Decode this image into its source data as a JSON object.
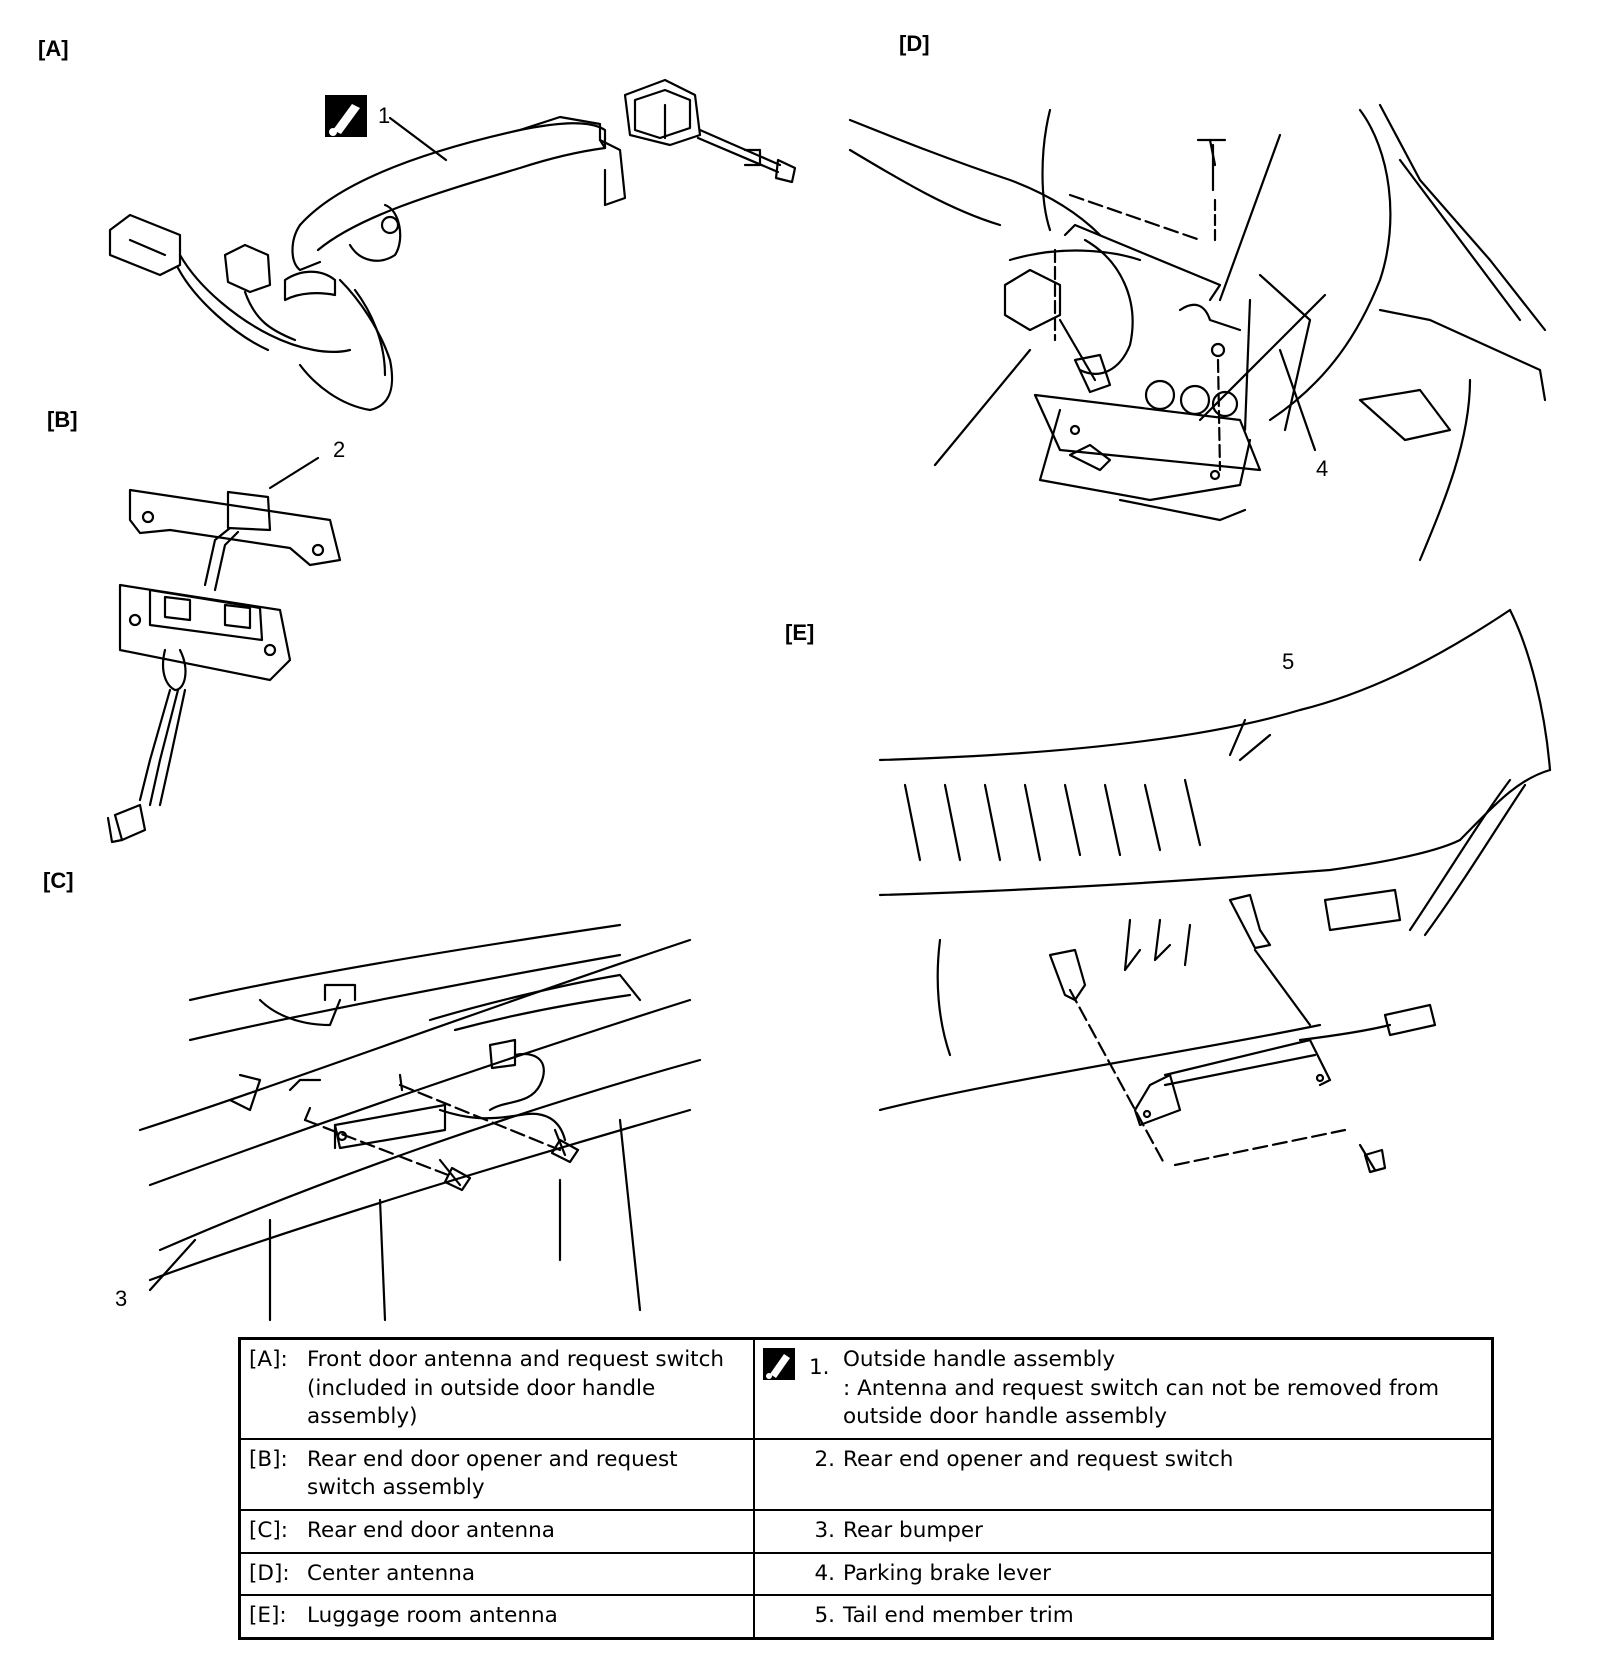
{
  "panels": [
    {
      "key": "[A]"
    },
    {
      "key": "[B]"
    },
    {
      "key": "[C]"
    },
    {
      "key": "[D]"
    },
    {
      "key": "[E]"
    }
  ],
  "callouts": [
    "1",
    "2",
    "3",
    "4",
    "5"
  ],
  "legend": {
    "rows": [
      {
        "left_key": "[A]:",
        "left_text": "Front door antenna and request switch (included in outside door handle assembly)",
        "right_num": "1.",
        "right_text": "Outside handle assembly",
        "right_note": ": Antenna and request switch can not be removed from outside door handle assembly",
        "right_icon": "do-not-disassemble-icon"
      },
      {
        "left_key": "[B]:",
        "left_text": "Rear end door opener and request switch assembly",
        "right_num": "2.",
        "right_text": "Rear end opener and request switch"
      },
      {
        "left_key": "[C]:",
        "left_text": "Rear end door antenna",
        "right_num": "3.",
        "right_text": "Rear bumper"
      },
      {
        "left_key": "[D]:",
        "left_text": "Center antenna",
        "right_num": "4.",
        "right_text": "Parking brake lever"
      },
      {
        "left_key": "[E]:",
        "left_text": "Luggage room antenna",
        "right_num": "5.",
        "right_text": "Tail end member trim"
      }
    ]
  }
}
